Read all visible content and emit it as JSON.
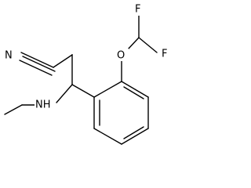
{
  "molecule": {
    "atom_labels": {
      "nitrile_n": "N",
      "ether_o": "O",
      "fluorine_top": "F",
      "fluorine_right": "F",
      "amine_nh": "NH"
    }
  }
}
